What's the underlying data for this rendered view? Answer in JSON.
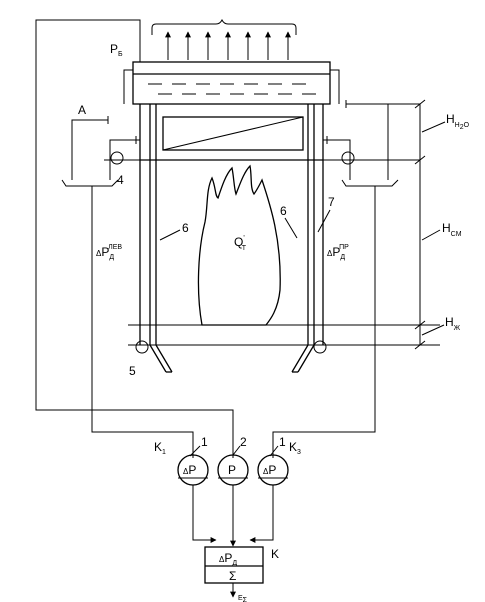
{
  "labels": {
    "p_b": {
      "main": "P",
      "sub": "Б"
    },
    "a": "A",
    "h_h2o": {
      "main": "H",
      "sub": "H",
      "sub2": "2",
      "sub3": "O"
    },
    "h_cm": {
      "main": "H",
      "sub": "CM"
    },
    "h_zh": {
      "main": "H",
      "sub": "Ж"
    },
    "flame_q": {
      "main": "Q",
      "sup": "'",
      "sub": "T"
    },
    "p_left": {
      "delta": "Δ",
      "main": "P",
      "sub": "Д",
      "sup": "ЛЕВ"
    },
    "p_right": {
      "delta": "Δ",
      "main": "P",
      "sub": "Д",
      "sup": "ПР"
    },
    "k1": {
      "main": "K",
      "sub": "1"
    },
    "k3": {
      "main": "K",
      "sub": "3"
    },
    "k": "K",
    "e_sum": {
      "main": "E",
      "sub": "Σ"
    }
  },
  "numbers": {
    "n1_left": "1",
    "n2": "2",
    "n1_right": "1",
    "n4": "4",
    "n5": "5",
    "n6_left": "6",
    "n6_right": "6",
    "n7": "7"
  },
  "sensors": {
    "symbol": "P",
    "delta": "Δ"
  },
  "summator": {
    "delta": "Δ",
    "main": "P",
    "sub": "Д",
    "sum": "Σ"
  }
}
